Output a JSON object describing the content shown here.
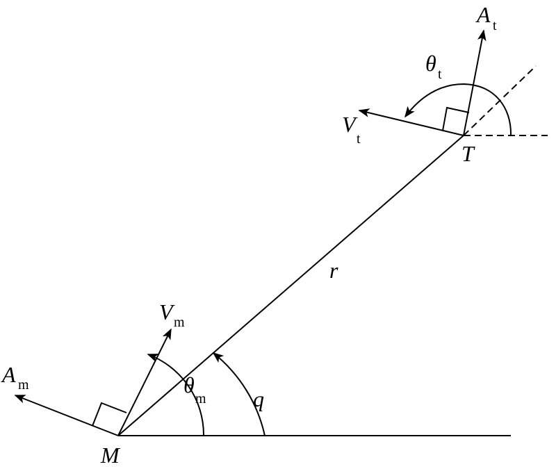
{
  "labels": {
    "missile": "M",
    "target": "T",
    "range": "r",
    "los_angle": "q",
    "missile_velocity": {
      "main": "V",
      "sub": "m"
    },
    "missile_accel": {
      "main": "A",
      "sub": "m"
    },
    "missile_heading": {
      "main": "θ",
      "sub": "m"
    },
    "target_velocity": {
      "main": "V",
      "sub": "t"
    },
    "target_accel": {
      "main": "A",
      "sub": "t"
    },
    "target_heading": {
      "main": "θ",
      "sub": "t"
    }
  },
  "colors": {
    "stroke": "#000000",
    "background": "#ffffff"
  }
}
